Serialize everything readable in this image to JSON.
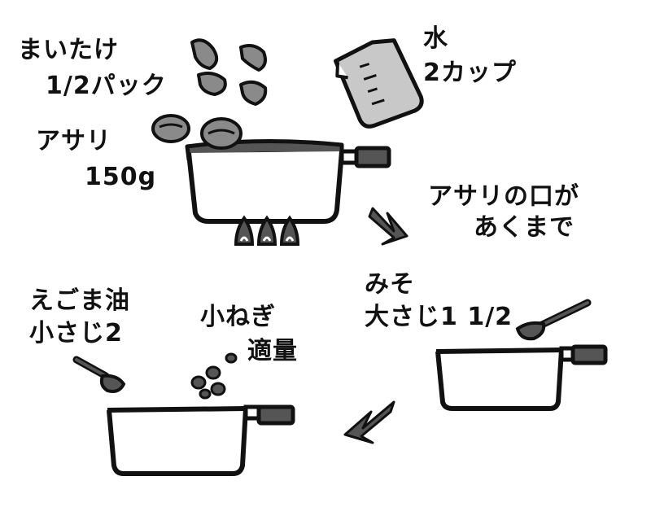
{
  "ingredients": {
    "maitake_name": "まいたけ",
    "maitake_amount": "1/2パック",
    "asari_name": "アサリ",
    "asari_amount": "150g",
    "water_name": "水",
    "water_amount": "2カップ"
  },
  "step1": {
    "until_line1": "アサリの口が",
    "until_line2": "あくまで"
  },
  "step2": {
    "miso_name": "みそ",
    "miso_amount": "大さじ1 1/2"
  },
  "step3": {
    "oil_name": "えごま油",
    "oil_amount": "小さじ2",
    "onion_name": "小ねぎ",
    "onion_amount": "適量"
  },
  "colors": {
    "ink": "#111111",
    "dark_gray": "#555555",
    "mid_gray": "#8a8a8a",
    "light_gray": "#c8c8c8",
    "white": "#ffffff"
  }
}
